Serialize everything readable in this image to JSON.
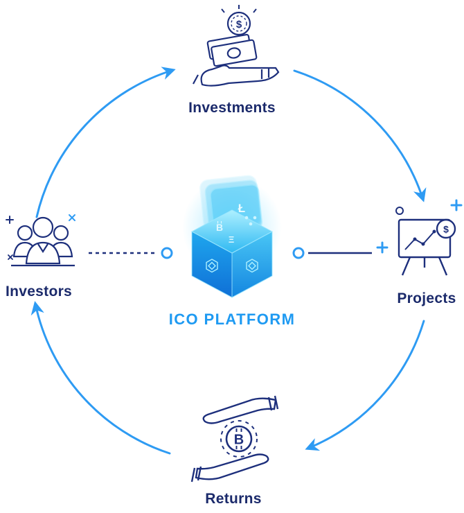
{
  "diagram": {
    "center": {
      "label": "ICO PLATFORM",
      "icon": "crypto-cube-icon",
      "symbols": {
        "litecoin": "Ł",
        "bitcoin": "B",
        "ethereum": "Ξ",
        "ripple": "xrp-dots"
      }
    },
    "nodes": {
      "top": {
        "label": "Investments",
        "icon": "hand-money-icon"
      },
      "right": {
        "label": "Projects",
        "icon": "chart-board-icon"
      },
      "bottom": {
        "label": "Returns",
        "icon": "hands-bitcoin-icon"
      },
      "left": {
        "label": "Investors",
        "icon": "people-group-icon"
      }
    },
    "coins": {
      "investments_dollar": "$",
      "projects_dollar": "$",
      "returns_bitcoin": "B"
    },
    "colors": {
      "arrow_blue": "#2e9bf3",
      "title_blue": "#1e9af2",
      "icon_navy": "#1d2f7c",
      "label_navy": "#1b2a6b",
      "cube_cyan": "#35c4f8",
      "background": "#ffffff"
    }
  }
}
